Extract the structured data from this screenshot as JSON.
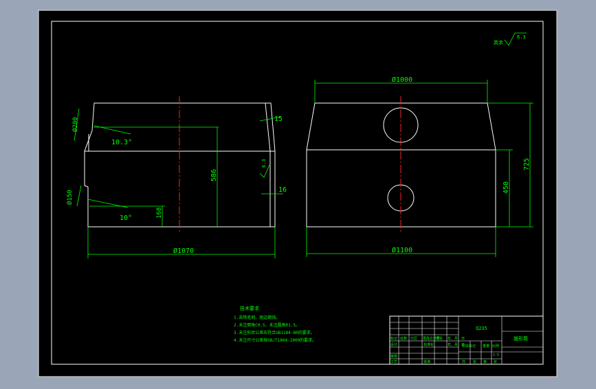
{
  "colors": {
    "background": "#9aa6b8",
    "sheet": "#000000",
    "line": "#ffffff",
    "dimension": "#00ff00",
    "centerline": "#ff2020"
  },
  "drawing": {
    "roughness_corner": {
      "label": "其余",
      "value": "6.3"
    },
    "left_view": {
      "angle_top": "10.3°",
      "angle_bottom": "10°",
      "dia_top": "Ø200",
      "dia_bottom": "Ø150",
      "height_586": "586",
      "height_168": "168",
      "width_bottom": "Ø1070",
      "wall_top": "15",
      "wall_mid": "16",
      "roughness_value": "6.3"
    },
    "right_view": {
      "width_top": "Ø1000",
      "width_bottom": "Ø1100",
      "height_725": "725",
      "height_450": "450"
    },
    "tech_requirements": {
      "title": "技术要求",
      "items": [
        "1.去除毛刺，锐边倒钝。",
        "2.未注倒角C0.5，未注圆角R1.5。",
        "3.未注形状公差应符合GB1184-80的要求。",
        "4.未注尺寸公差按GB/T1804-2000的要求。"
      ]
    },
    "title_block": {
      "material": "Q235",
      "part_name": "锥形筒",
      "row_labels": [
        "标记",
        "设计",
        "审核",
        "工艺"
      ],
      "col_labels": [
        "处数",
        "分区",
        "更改文件号",
        "签名",
        "年、月、日"
      ],
      "date_placeholder": "年、月、日",
      "stage_label": "阶段标记",
      "weight_label": "重量",
      "scale_label": "比例",
      "scale_value": "1:5",
      "sheet_labels": [
        "共",
        "张",
        "第",
        "张"
      ],
      "approve_label": "批准",
      "std_label": "标准化"
    }
  }
}
